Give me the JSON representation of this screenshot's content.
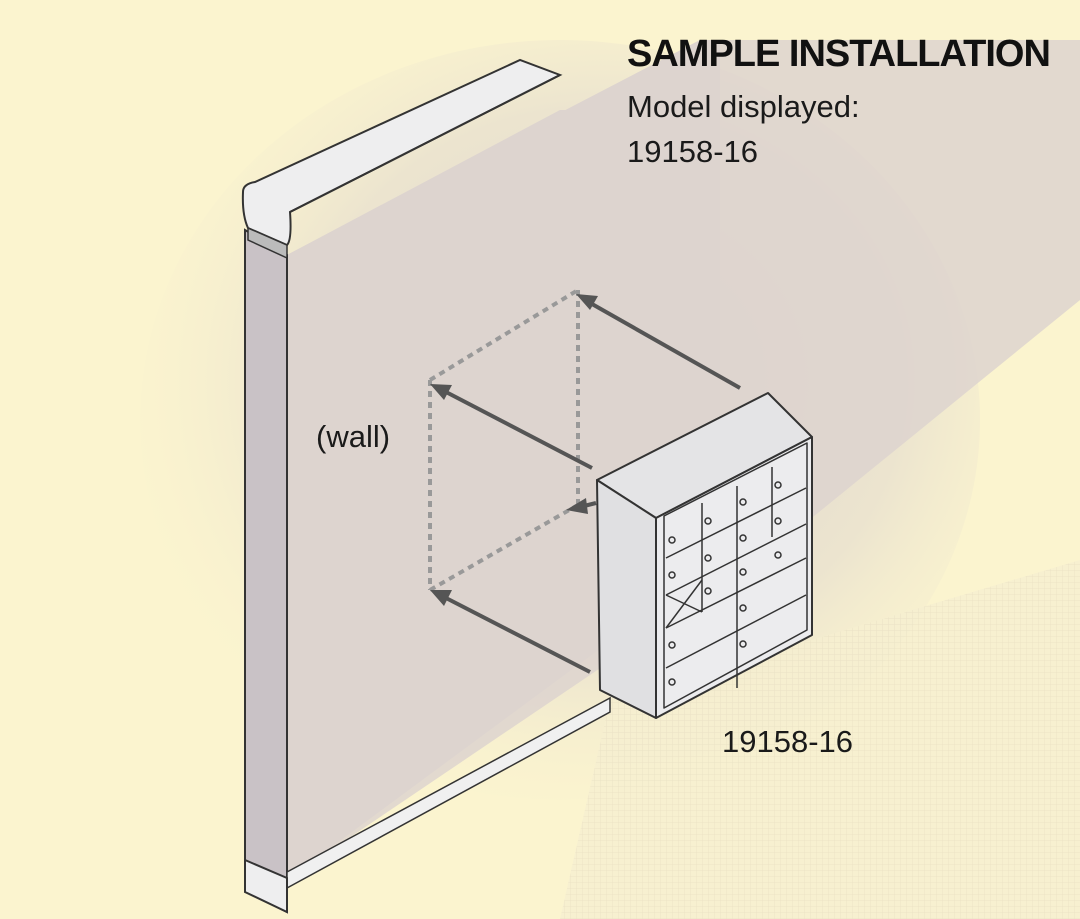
{
  "header": {
    "title": "SAMPLE INSTALLATION",
    "model_caption": "Model displayed:",
    "model_number": "19158-16"
  },
  "labels": {
    "wall": "(wall)",
    "mailbox_model": "19158-16"
  },
  "colors": {
    "background": "#fbf4cf",
    "wall": "#ddd4cf",
    "mailbox": "#e6e6e8",
    "line": "#333333",
    "arrow": "#555555"
  }
}
